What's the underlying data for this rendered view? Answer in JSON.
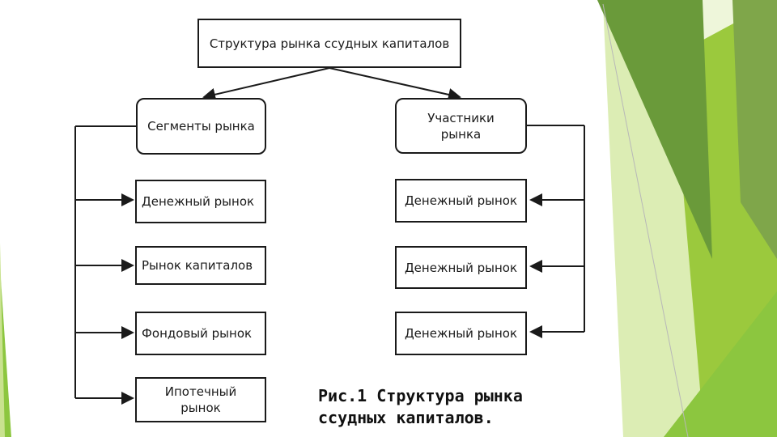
{
  "diagram": {
    "title": "Структура рынка ссудных капиталов",
    "left_header": "Сегменты рынка",
    "right_header": "Участники\nрынка",
    "left_items": [
      "Денежный рынок",
      "Рынок капиталов",
      "Фондовый рынок",
      "Ипотечный\nрынок"
    ],
    "right_items": [
      "Денежный рынок",
      "Денежный рынок",
      "Денежный рынок"
    ]
  },
  "caption": "Рис.1 Структура рынка\nссудных капиталов.",
  "colors": {
    "line": "#1a1a1a",
    "green_light": "#d6e9a8",
    "green_mid": "#9bc93d",
    "green_dark": "#6a9a3a",
    "green_olive": "#7fa64a"
  }
}
